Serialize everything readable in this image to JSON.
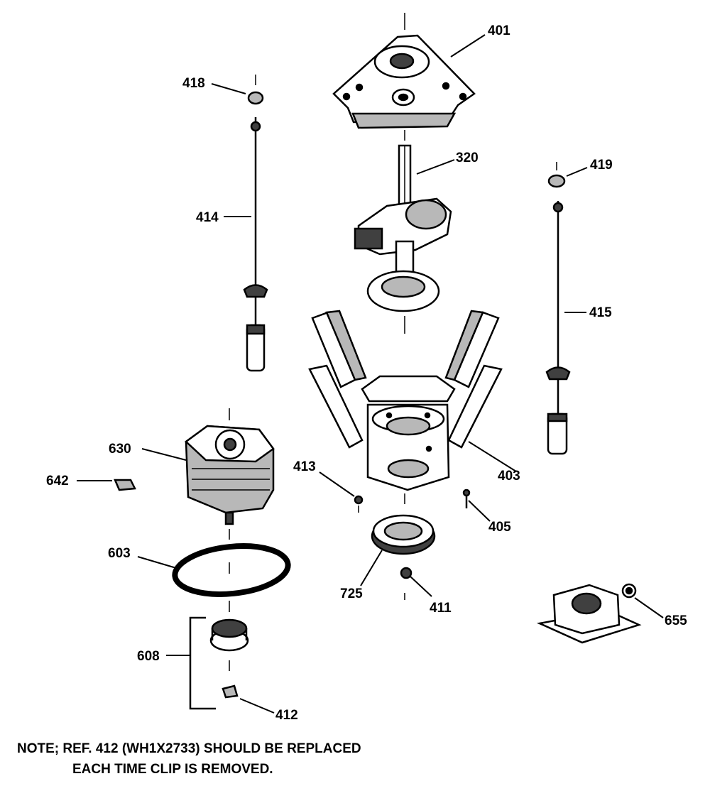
{
  "parts": {
    "p401": "401",
    "p418": "418",
    "p320": "320",
    "p419": "419",
    "p414": "414",
    "p415": "415",
    "p630": "630",
    "p642": "642",
    "p413": "413",
    "p403": "403",
    "p405": "405",
    "p603": "603",
    "p725": "725",
    "p411": "411",
    "p655": "655",
    "p608": "608",
    "p412": "412"
  },
  "note": {
    "line1": "NOTE; REF. 412 (WH1X2733) SHOULD BE REPLACED",
    "line2": "EACH TIME CLIP IS REMOVED."
  },
  "colors": {
    "ink": "#000000",
    "paper": "#ffffff",
    "shade": "#b8b8b8",
    "dark": "#404040"
  }
}
